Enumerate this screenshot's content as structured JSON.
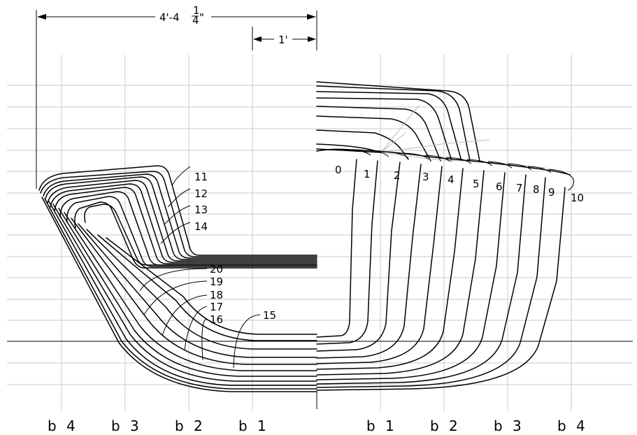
{
  "dimensions": {
    "overall_beam": "4'-4",
    "overall_beam_frac_num": "1",
    "overall_beam_frac_den": "4",
    "overall_beam_inch": "\"",
    "one_foot": "1'"
  },
  "buttock_labels": {
    "left": [
      "b 4",
      "b 3",
      "b 2",
      "b 1"
    ],
    "right": [
      "b 1",
      "b 2",
      "b 3",
      "b 4"
    ]
  },
  "station_labels": {
    "forward": [
      "0",
      "1",
      "2",
      "3",
      "4",
      "5",
      "6",
      "7",
      "8",
      "9",
      "10"
    ],
    "aft_upper": [
      "11",
      "12",
      "13",
      "14"
    ],
    "aft_lower": [
      "20",
      "19",
      "18",
      "17",
      "16",
      "15"
    ]
  }
}
